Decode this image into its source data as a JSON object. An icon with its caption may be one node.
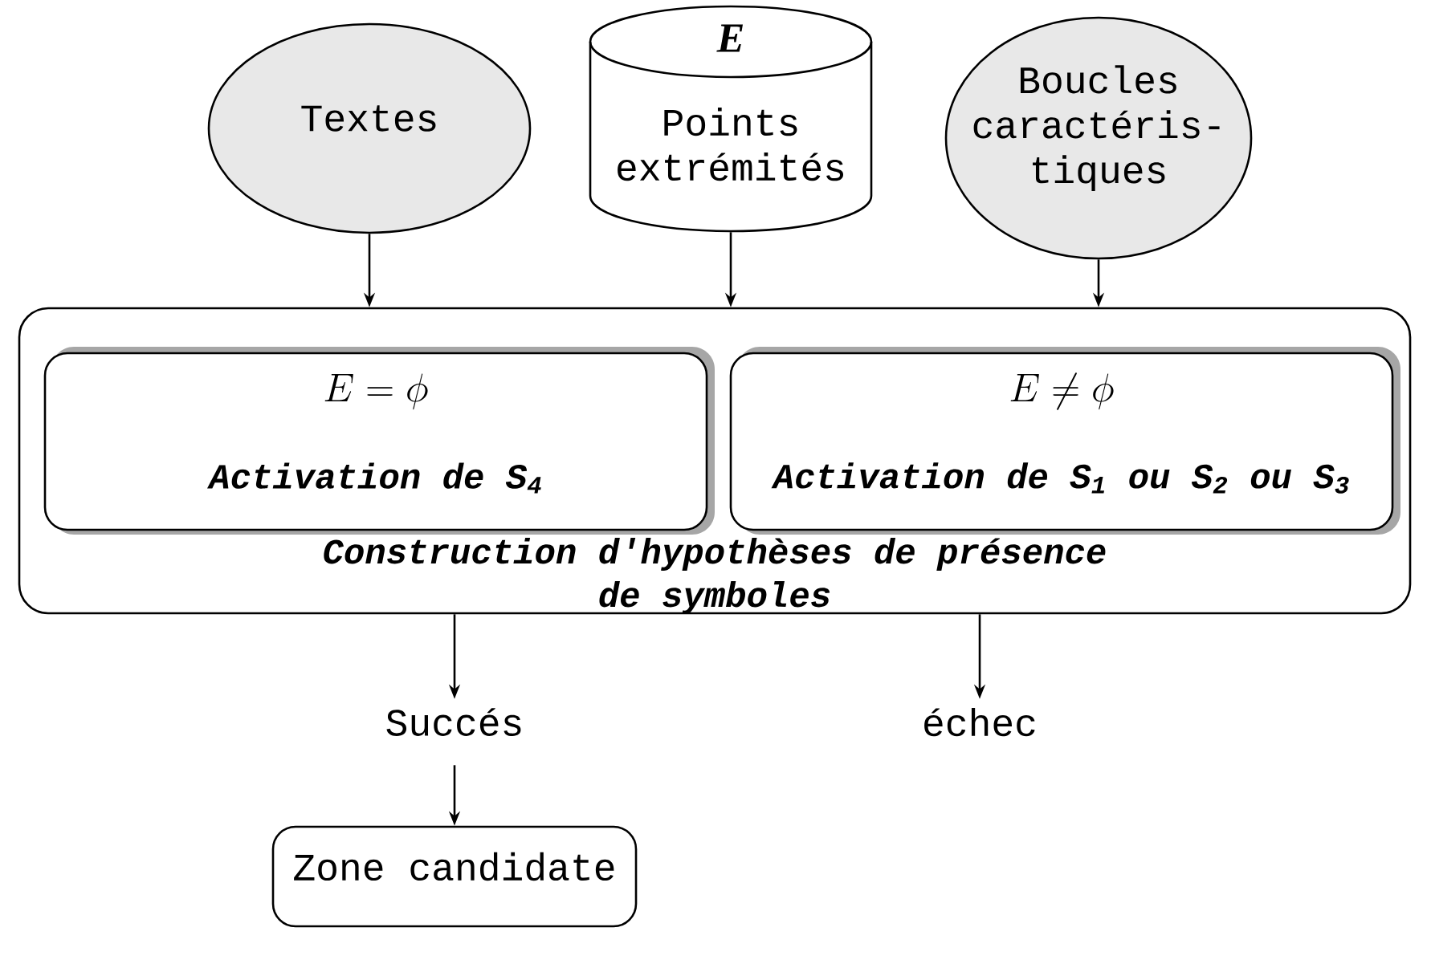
{
  "diagram": {
    "nodes": [
      {
        "text": [
          "Textes"
        ]
      },
      {
        "text": [
          "E",
          "Points extrémités"
        ]
      },
      {
        "text": [
          "Boucles caractéris-tiques"
        ]
      },
      {
        "text": [
          "Construction d'hypothèses de présence de symboles"
        ]
      },
      {
        "text": [
          "E=\\phi",
          "Activation de S$_{4}$"
        ],
        "in": 3
      },
      {
        "text": [
          "E\\neq\\phi",
          "Activation de S$_{1}$ ou S$_{2}$ ou S$_{3}$"
        ],
        "in": 3
      },
      {
        "text": [
          "Succés"
        ]
      },
      {
        "text": [
          "échec"
        ]
      },
      {
        "text": [
          "Zone candidate"
        ]
      }
    ],
    "edges": [
      {
        "from": 0,
        "to": 3,
        "arrow": "to"
      },
      {
        "from": 1,
        "to": 3,
        "arrow": "to"
      },
      {
        "from": 2,
        "to": 3,
        "arrow": "to"
      },
      {
        "from": 3,
        "to": 6,
        "arrow": "to"
      },
      {
        "from": 3,
        "to": 7,
        "arrow": "to"
      },
      {
        "from": 6,
        "to": 8,
        "arrow": "to"
      }
    ]
  }
}
